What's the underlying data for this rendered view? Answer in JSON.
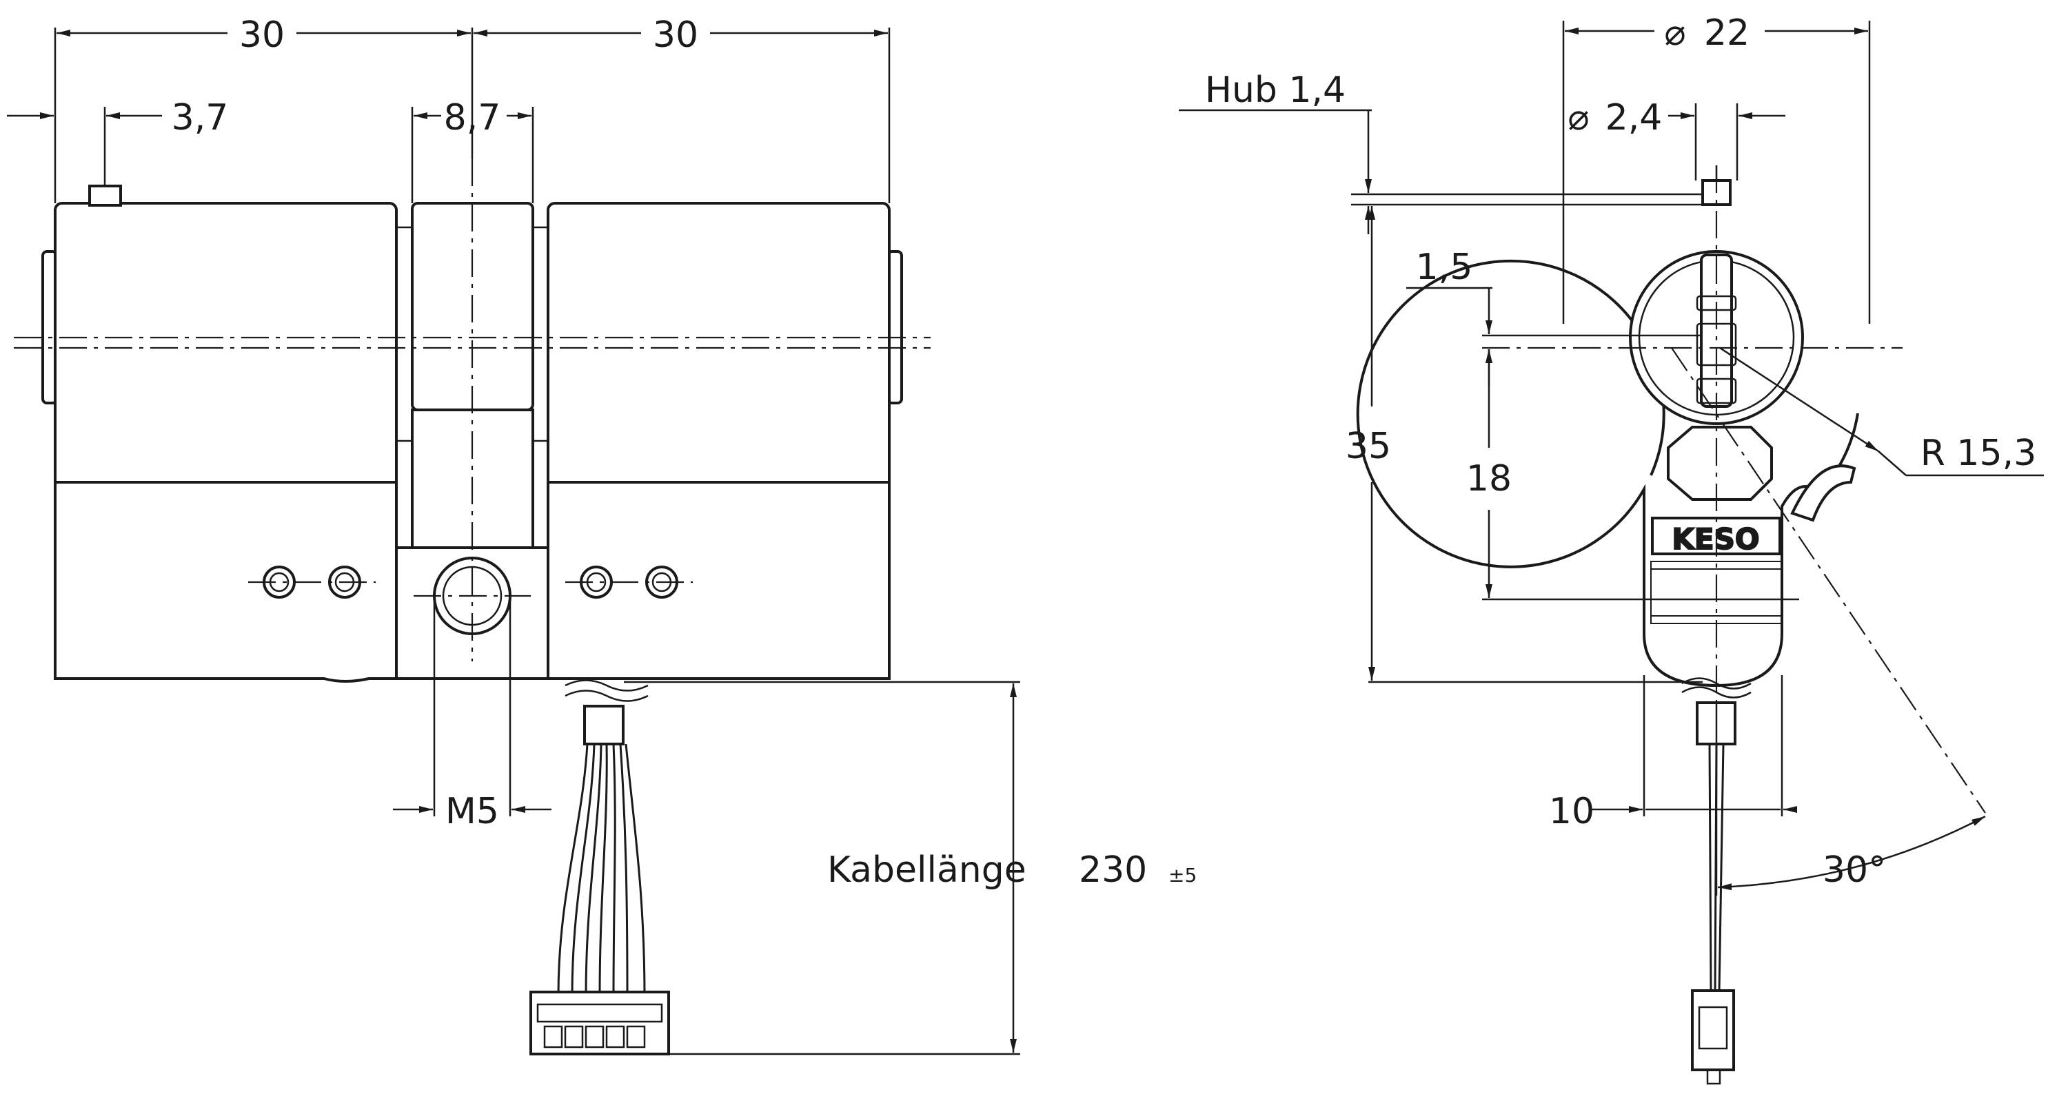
{
  "front_view": {
    "dim_left_half": "30",
    "dim_right_half": "30",
    "dim_pin_offset": "3,7",
    "dim_cam_width": "8,7",
    "dim_thread": "M5",
    "cable_label": "Kabellänge",
    "cable_length": "230",
    "cable_tolerance": "±5"
  },
  "side_view": {
    "dim_diameter": "22",
    "dim_pin_diameter": "2,4",
    "diameter_symbol": "⌀",
    "dim_stroke": "Hub 1,4",
    "dim_offset": "1,5",
    "dim_height_total": "35",
    "dim_height_axis": "18",
    "dim_radius": "R 15,3",
    "dim_width_bottom": "10",
    "dim_angle": "30°",
    "brand_label": "KESO"
  }
}
